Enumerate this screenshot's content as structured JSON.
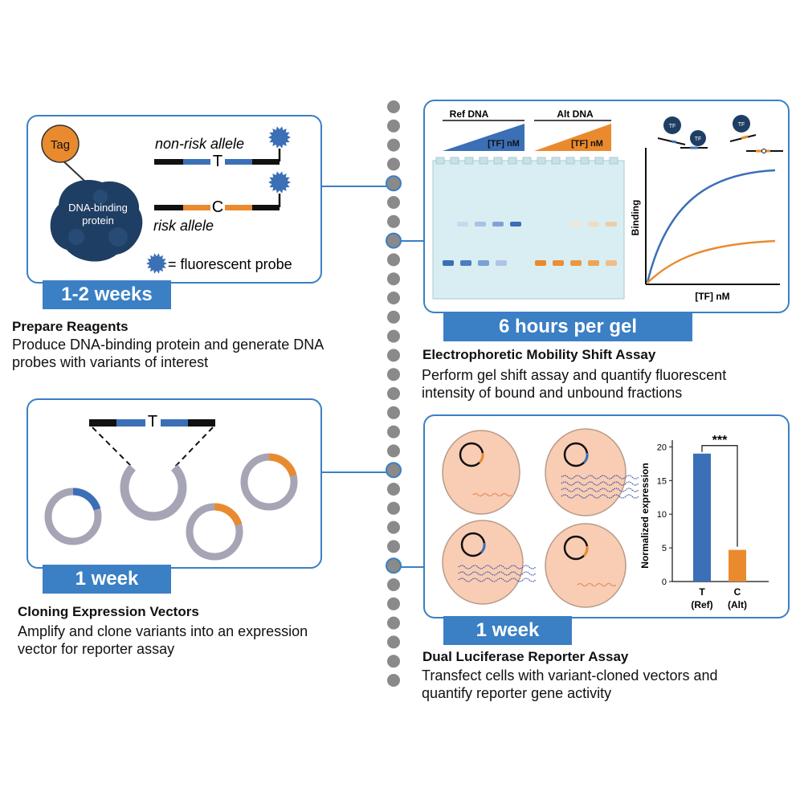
{
  "colors": {
    "blue": "#3b6fb6",
    "orange": "#ea8a2e",
    "border": "#3b7fc4",
    "dot": "#8a8a8a",
    "gel": "#d8eef2"
  },
  "step1": {
    "tag": "Tag",
    "protein": [
      "DNA-binding",
      "protein"
    ],
    "nonrisk": "non-risk allele",
    "risk": "risk allele",
    "base_t": "T",
    "base_c": "C",
    "probe_legend": "= fluorescent probe",
    "duration": "1-2 weeks",
    "title": "Prepare Reagents",
    "desc": [
      "Produce DNA-binding protein and generate DNA",
      "probes with variants of interest"
    ]
  },
  "step2": {
    "ref_label": "Ref DNA",
    "alt_label": "Alt DNA",
    "tf_ref": "[TF] nM",
    "tf_alt": "[TF] nM",
    "y_label": "Binding",
    "x_label": "[TF] nM",
    "tf_icon": "TF",
    "duration": "6 hours per gel",
    "title": "Electrophoretic Mobility Shift Assay",
    "desc": [
      "Perform gel shift assay and quantify fluorescent",
      "intensity of bound and unbound fractions"
    ]
  },
  "step3": {
    "base_t": "T",
    "duration": "1 week",
    "title": "Cloning Expression Vectors",
    "desc": [
      "Amplify and clone variants into an expression",
      "vector for reporter assay"
    ]
  },
  "step4": {
    "duration": "1 week",
    "title": "Dual Luciferase Reporter Assay",
    "desc": [
      "Transfect cells with variant-cloned vectors and",
      "quantify reporter gene activity"
    ]
  },
  "chart_data": {
    "type": "bar",
    "categories": [
      "T\n(Ref)",
      "C\n(Alt)"
    ],
    "category_lines": [
      [
        "T",
        "(Ref)"
      ],
      [
        "C",
        "(Alt)"
      ]
    ],
    "values": [
      19,
      4.7
    ],
    "colors": [
      "#3b6fb6",
      "#ea8a2e"
    ],
    "ylabel": "Normalized expression",
    "ylim": [
      0,
      21
    ],
    "yticks": [
      0,
      5,
      10,
      15,
      20
    ],
    "annotation": "***"
  }
}
